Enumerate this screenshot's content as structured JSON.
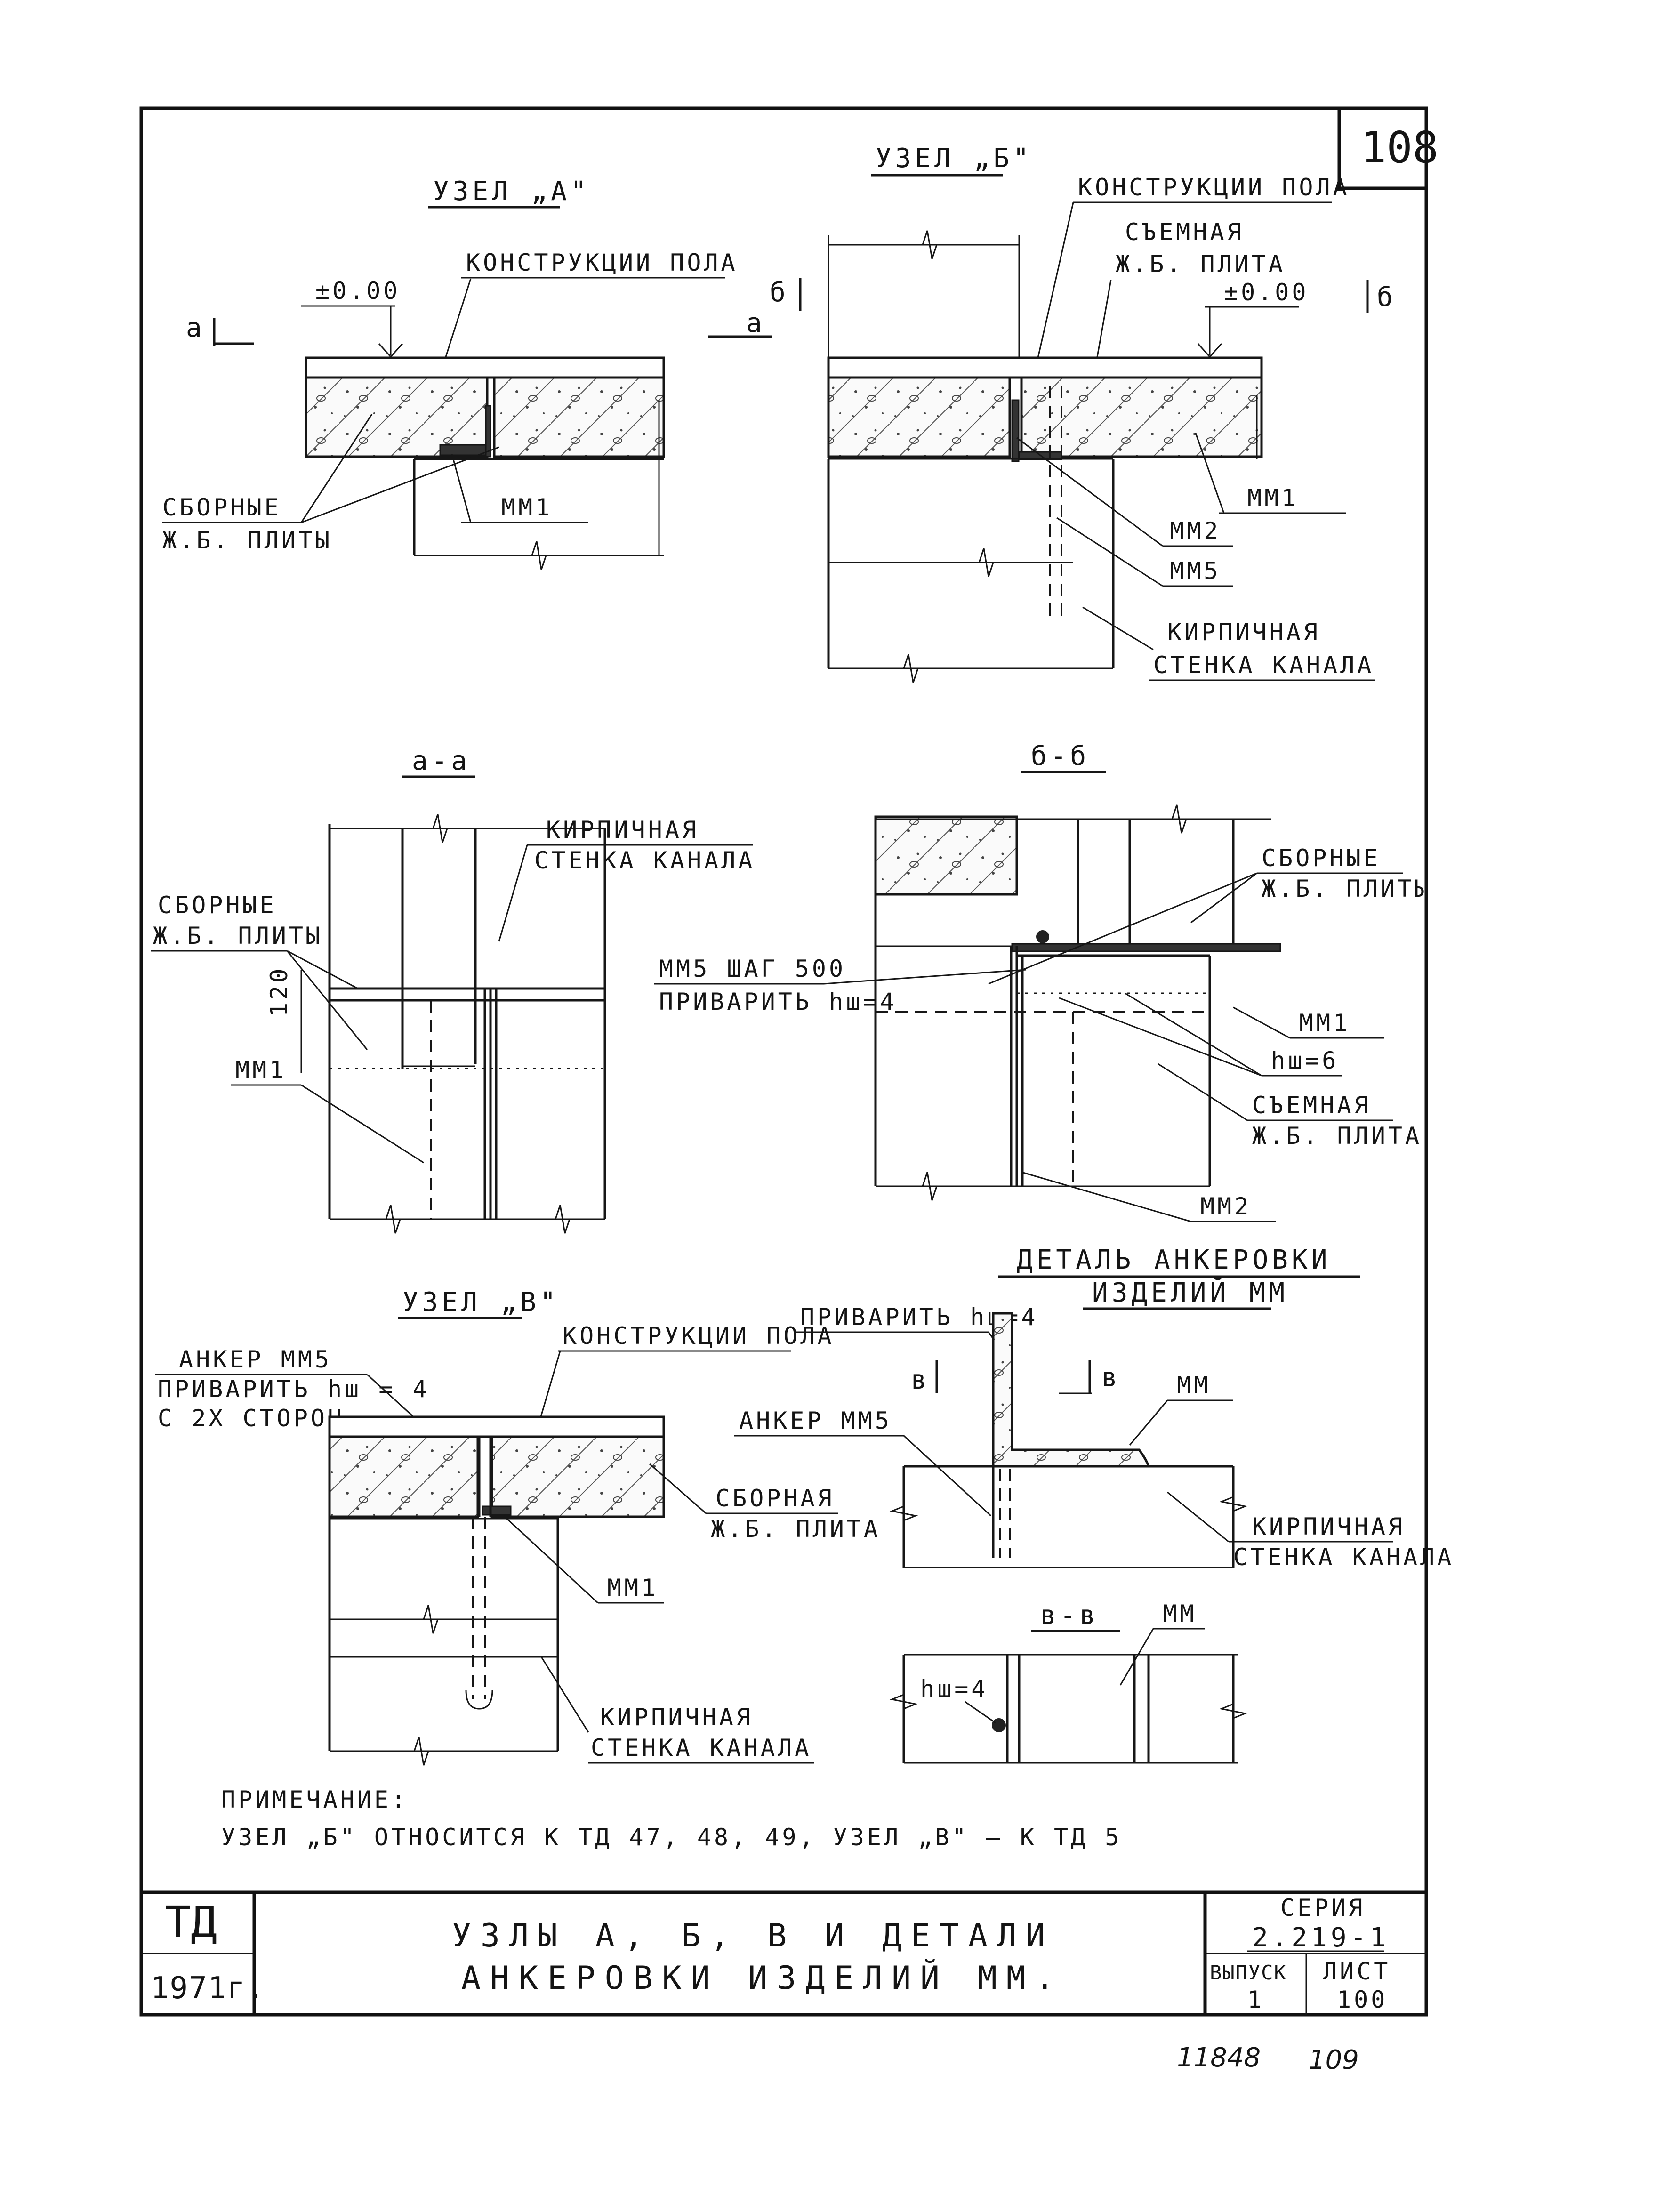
{
  "sheet_number": "108",
  "node_a": {
    "title": "УЗЕЛ „А\"",
    "floor_label": "КОНСТРУКЦИИ ПОЛА",
    "level": "±0.00",
    "section_mark": "а",
    "slabs_label_1": "СБОРНЫЕ",
    "slabs_label_2": "Ж.Б. ПЛИТЫ",
    "mm1": "ММ1"
  },
  "node_b": {
    "title": "УЗЕЛ „Б\"",
    "floor_label": "КОНСТРУКЦИИ ПОЛА",
    "removable_1": "СЪЕМНАЯ",
    "removable_2": "Ж.Б. ПЛИТА",
    "level": "±0.00",
    "section_b": "б",
    "section_a": "а",
    "mm1": "ММ1",
    "mm2": "ММ2",
    "mm5": "ММ5",
    "wall_1": "КИРПИЧНАЯ",
    "wall_2": "СТЕНКА КАНАЛА"
  },
  "section_aa": {
    "title": "а-а",
    "wall_1": "КИРПИЧНАЯ",
    "wall_2": "СТЕНКА КАНАЛА",
    "slabs_1": "СБОРНЫЕ",
    "slabs_2": "Ж.Б. ПЛИТЫ",
    "dim": "120",
    "mm1": "ММ1"
  },
  "section_bb": {
    "title": "б-б",
    "slabs_1": "СБОРНЫЕ",
    "slabs_2": "Ж.Б. ПЛИТЫ",
    "mm5_1": "ММ5 ШАГ 500",
    "mm5_2": "ПРИВАРИТЬ hш=4",
    "mm1": "ММ1",
    "weld": "hш=6",
    "removable_1": "СЪЕМНАЯ",
    "removable_2": "Ж.Б. ПЛИТА",
    "mm2": "ММ2"
  },
  "node_v": {
    "title": "УЗЕЛ „В\"",
    "floor_label": "КОНСТРУКЦИИ ПОЛА",
    "anchor_1": "АНКЕР ММ5",
    "anchor_2": "ПРИВАРИТЬ hш = 4",
    "anchor_3": "С 2Х СТОРОН",
    "slab_1": "СБОРНАЯ",
    "slab_2": "Ж.Б. ПЛИТА",
    "mm1": "ММ1",
    "wall_1": "КИРПИЧНАЯ",
    "wall_2": "СТЕНКА КАНАЛА"
  },
  "anchor_detail": {
    "title_1": "ДЕТАЛЬ АНКЕРОВКИ",
    "title_2": "ИЗДЕЛИЙ ММ",
    "weld": "ПРИВАРИТЬ hш=4",
    "anchor": "АНКЕР ММ5",
    "mm": "ММ",
    "section_v": "в",
    "wall_1": "КИРПИЧНАЯ",
    "wall_2": "СТЕНКА КАНАЛА"
  },
  "section_vv": {
    "title": "в-в",
    "mm": "ММ",
    "weld": "hш=4"
  },
  "note": {
    "heading": "ПРИМЕЧАНИЕ:",
    "text": "УЗЕЛ „Б\" ОТНОСИТСЯ К ТД 47, 48, 49,  УЗЕЛ „В\" – К ТД 5"
  },
  "title_block": {
    "org": "ТД",
    "year": "1971г.",
    "title_1": "УЗЛЫ А, Б, В И ДЕТАЛИ",
    "title_2": "АНКЕРОВКИ ИЗДЕЛИЙ ММ.",
    "series_label": "СЕРИЯ",
    "series": "2.219-1",
    "issue_label": "ВЫПУСК",
    "issue": "1",
    "sheet_label": "ЛИСТ",
    "sheet": "100"
  },
  "stamp": {
    "number": "11848",
    "page": "109"
  }
}
